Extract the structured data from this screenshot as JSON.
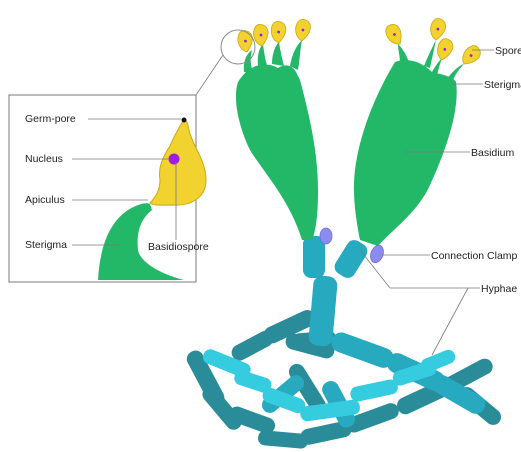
{
  "diagram": {
    "labels": {
      "spore": "Spore",
      "sterigma": "Sterigma",
      "basidium": "Basidium",
      "connection_clamp": "Connection Clamp",
      "hyphae": "Hyphae"
    },
    "inset_labels": {
      "germ_pore": "Germ-pore",
      "nucleus": "Nucleus",
      "apiculus": "Apiculus",
      "sterigma": "Sterigma",
      "basidiospore": "Basidiospore"
    },
    "colors": {
      "basidium": "#23b868",
      "spore": "#f2d22e",
      "nucleus": "#9b1de6",
      "clamp": "#8c8cf0",
      "hyphae_light": "#36cce0",
      "hyphae_mid": "#27a9c0",
      "hyphae_dark": "#2b8c99"
    }
  }
}
